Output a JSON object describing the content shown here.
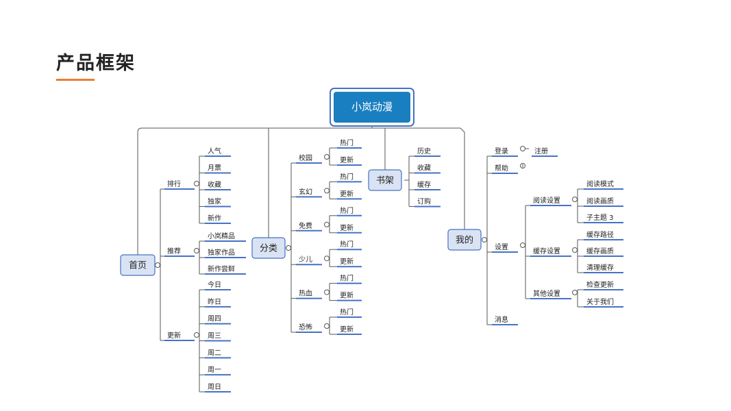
{
  "page": {
    "title": "产品框架"
  },
  "mindmap": {
    "root": "小岚动漫",
    "branches": [
      {
        "label": "首页",
        "children": [
          {
            "label": "排行",
            "children": [
              "人气",
              "月票",
              "收藏",
              "独家",
              "新作"
            ]
          },
          {
            "label": "推荐",
            "children": [
              "小岚精品",
              "独家作品",
              "新作尝鲜"
            ]
          },
          {
            "label": "更新",
            "children": [
              "今日",
              "昨日",
              "周四",
              "周三",
              "周二",
              "周一",
              "周日"
            ]
          }
        ]
      },
      {
        "label": "分类",
        "children": [
          {
            "label": "校园",
            "children": [
              "热门",
              "更新"
            ]
          },
          {
            "label": "玄幻",
            "children": [
              "热门",
              "更新"
            ]
          },
          {
            "label": "免费",
            "children": [
              "热门",
              "更新"
            ]
          },
          {
            "label": "少儿",
            "children": [
              "热门",
              "更新"
            ]
          },
          {
            "label": "热血",
            "children": [
              "热门",
              "更新"
            ]
          },
          {
            "label": "恐怖",
            "children": [
              "热门",
              "更新"
            ]
          }
        ]
      },
      {
        "label": "书架",
        "children": [
          {
            "label": "历史"
          },
          {
            "label": "收藏"
          },
          {
            "label": "缓存"
          },
          {
            "label": "订购"
          }
        ]
      },
      {
        "label": "我的",
        "children": [
          {
            "label": "登录",
            "children": [
              "注册"
            ]
          },
          {
            "label": "帮助"
          },
          {
            "label": "设置",
            "children": [
              {
                "label": "阅读设置",
                "children": [
                  "阅读模式",
                  "阅读画质",
                  "子主题 3"
                ]
              },
              {
                "label": "缓存设置",
                "children": [
                  "缓存路径",
                  "缓存画质",
                  "清理缓存"
                ]
              },
              {
                "label": "其他设置",
                "children": [
                  "检查更新",
                  "关于我们"
                ]
              }
            ]
          },
          {
            "label": "消息"
          }
        ]
      }
    ]
  }
}
